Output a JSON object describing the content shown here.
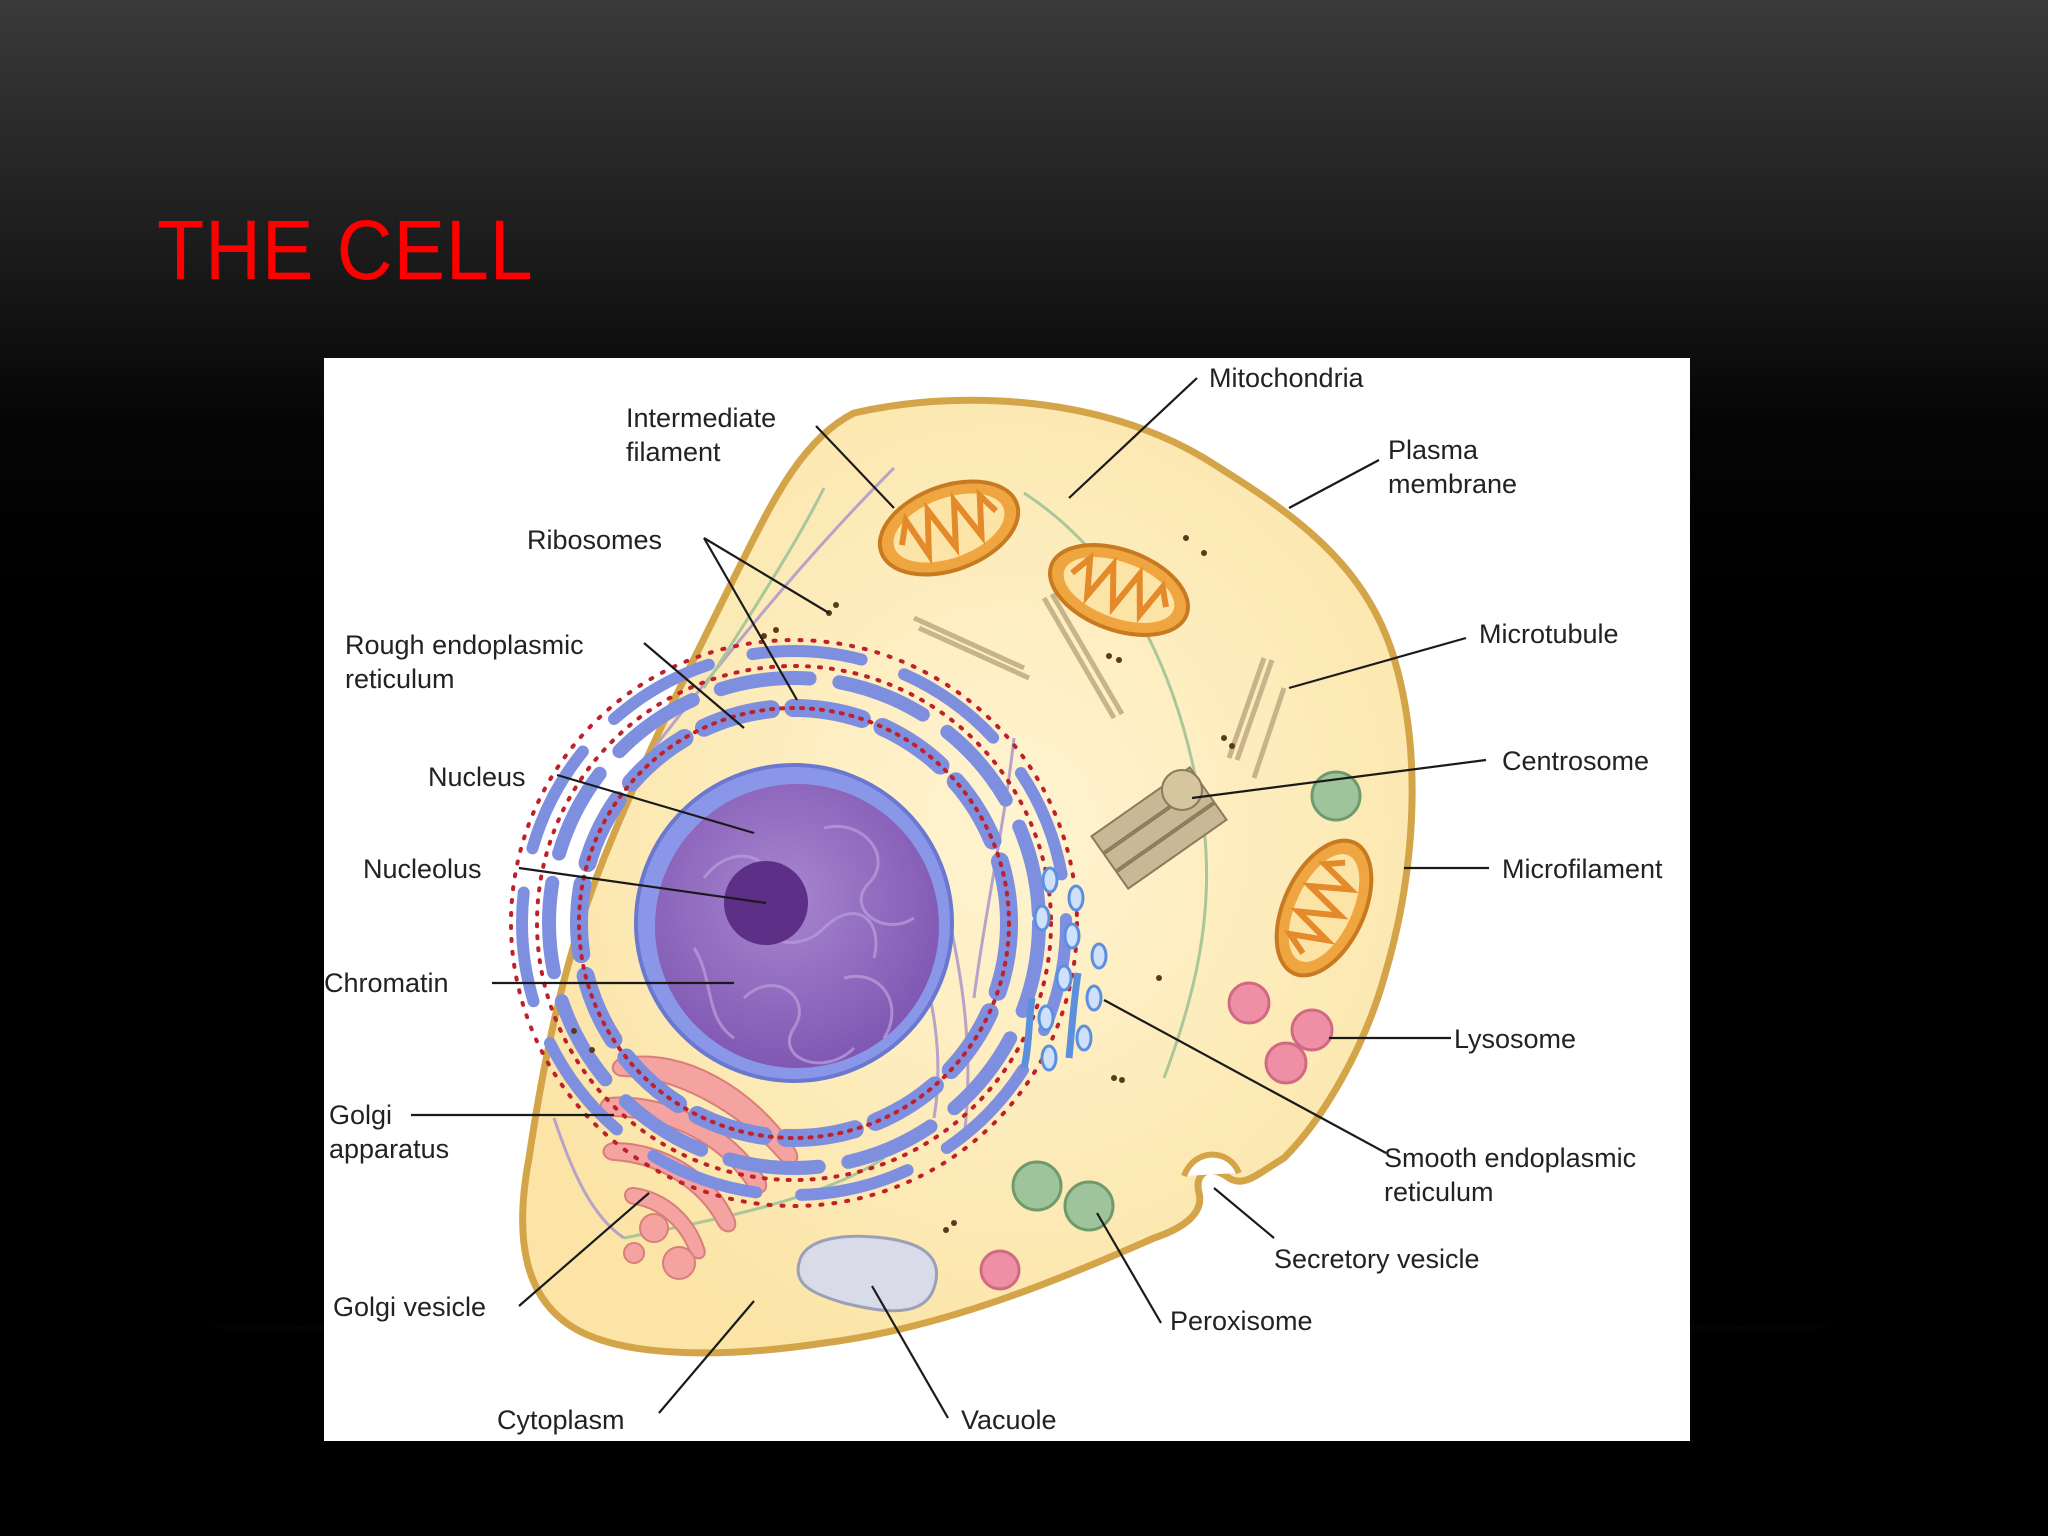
{
  "slide": {
    "title": "THE CELL",
    "title_color": "#ff0000"
  },
  "diagram": {
    "labels": {
      "mitochondria": "Mitochondria",
      "intermediate_filament_1": "Intermediate",
      "intermediate_filament_2": "filament",
      "plasma_membrane_1": "Plasma",
      "plasma_membrane_2": "membrane",
      "ribosomes": "Ribosomes",
      "rough_er_1": "Rough endoplasmic",
      "rough_er_2": "reticulum",
      "microtubule": "Microtubule",
      "centrosome": "Centrosome",
      "nucleus": "Nucleus",
      "nucleolus": "Nucleolus",
      "microfilament": "Microfilament",
      "chromatin": "Chromatin",
      "lysosome": "Lysosome",
      "golgi_apparatus_1": "Golgi",
      "golgi_apparatus_2": "apparatus",
      "smooth_er_1": "Smooth endoplasmic",
      "smooth_er_2": "reticulum",
      "secretory_vesicle": "Secretory vesicle",
      "golgi_vesicle": "Golgi vesicle",
      "peroxisome": "Peroxisome",
      "cytoplasm": "Cytoplasm",
      "vacuole": "Vacuole"
    },
    "colors": {
      "cytoplasm": "#fdeec0",
      "membrane": "#d9a94a",
      "nucleus": "#8a63b8",
      "nucleolus": "#5e2f86",
      "rough_er": "#7f8fe0",
      "ribosome": "#c0202a",
      "mitochondria": "#f0a640",
      "golgi": "#f4a3a0",
      "lysosome": "#ee8fa6",
      "peroxisome": "#9fc49c",
      "vacuole": "#d9dce8",
      "smooth_er": "#7aa6e8"
    }
  }
}
